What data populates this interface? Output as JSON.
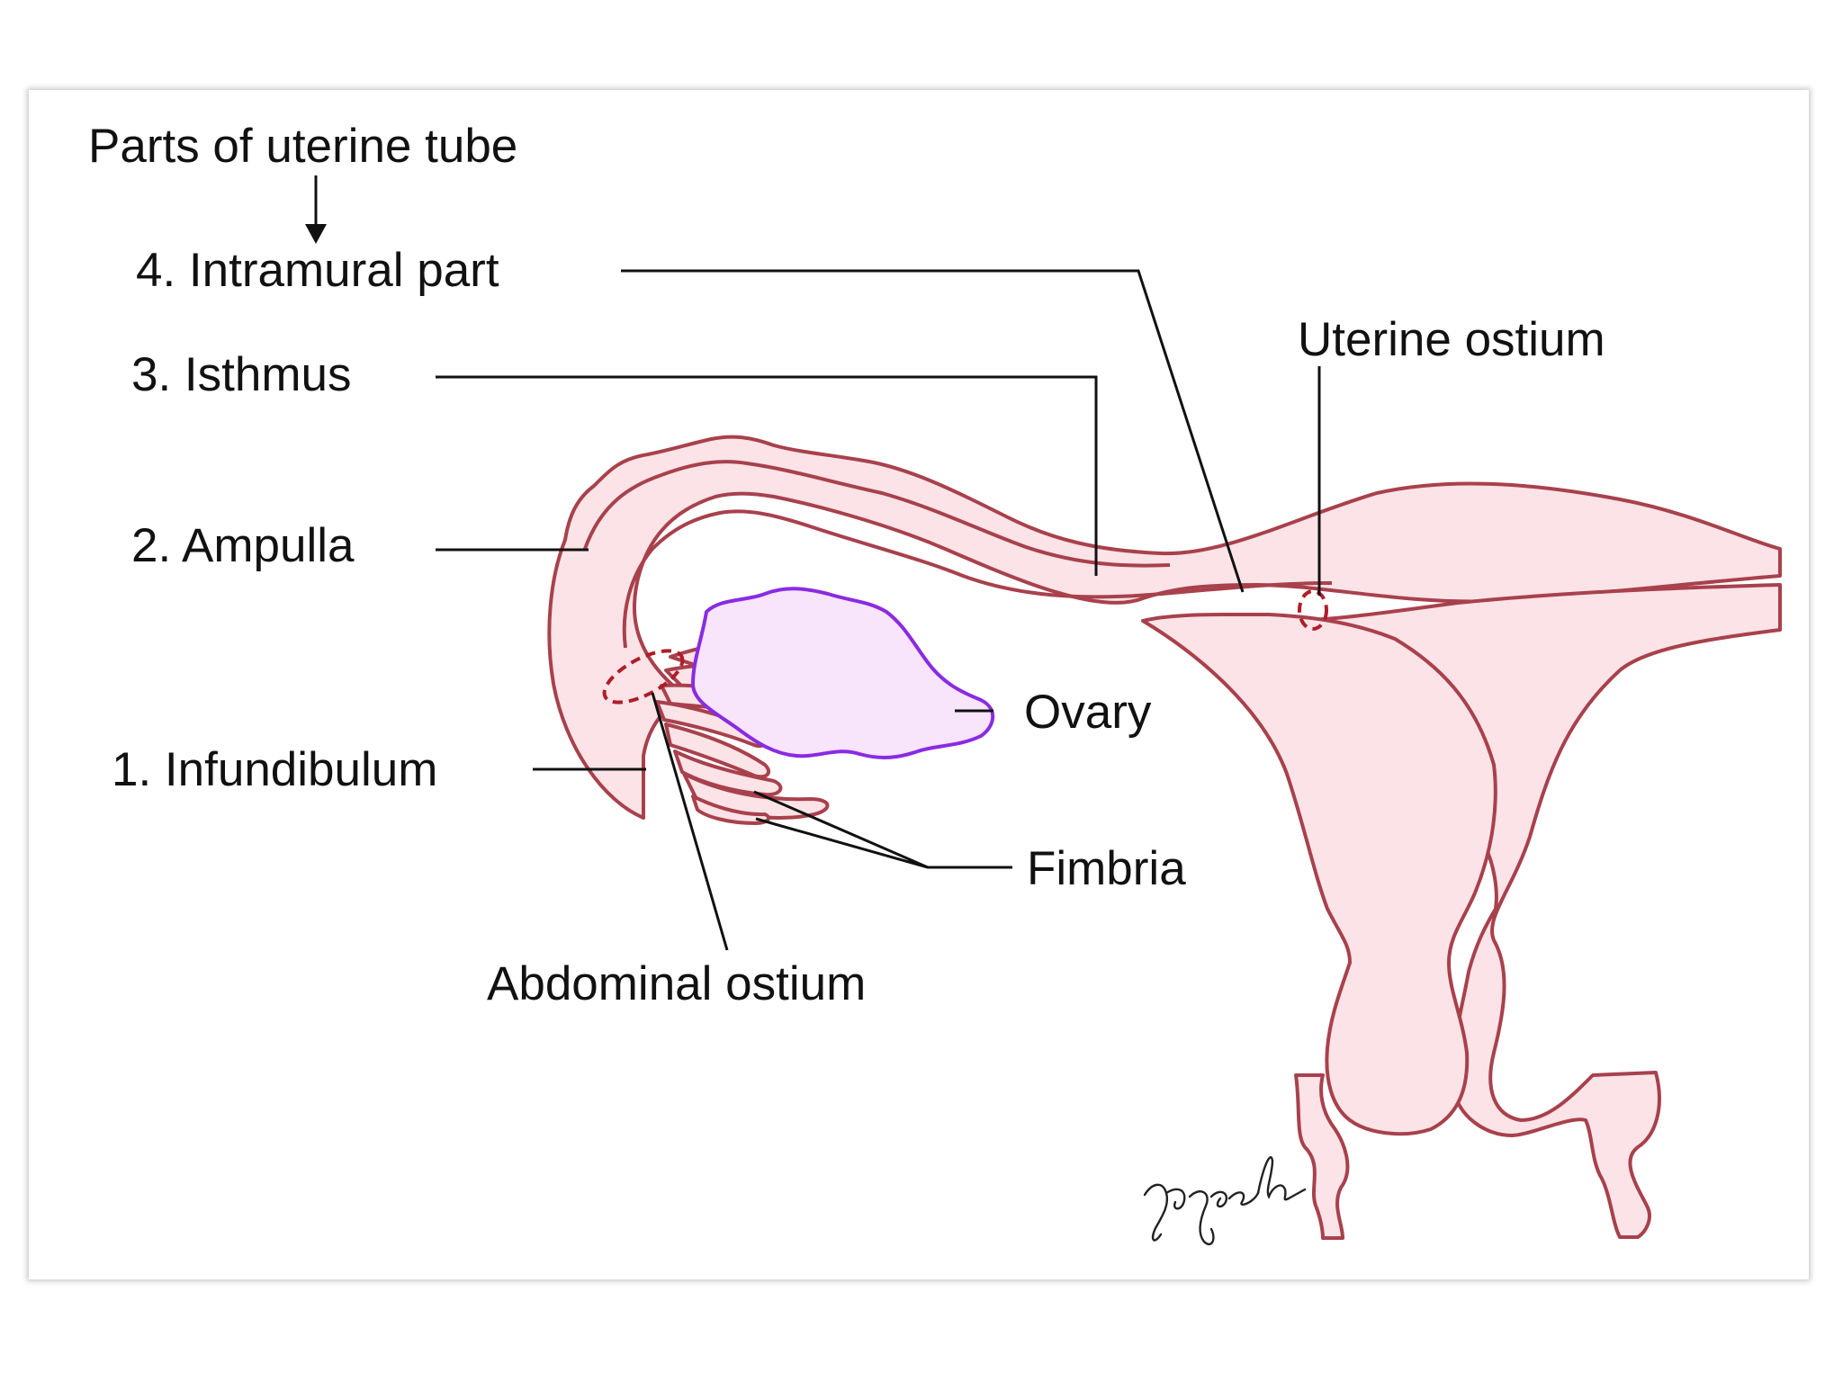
{
  "diagram": {
    "heading": "Parts of uterine tube",
    "parts": {
      "intramural": "4. Intramural part",
      "isthmus": "3. Isthmus",
      "ampulla": "2. Ampulla",
      "infundibulum": "1. Infundibulum"
    },
    "labels": {
      "uterine_ostium": "Uterine ostium",
      "ovary": "Ovary",
      "fimbria": "Fimbria",
      "abdominal_ostium": "Abdominal ostium"
    },
    "signature": "yogesh",
    "colors": {
      "tube_fill": "#fbe3e7",
      "tube_outline": "#a8414c",
      "ostium_dash": "#b01c28",
      "ovary_fill": "#f8e4fb",
      "ovary_outline": "#8a2be2"
    }
  }
}
